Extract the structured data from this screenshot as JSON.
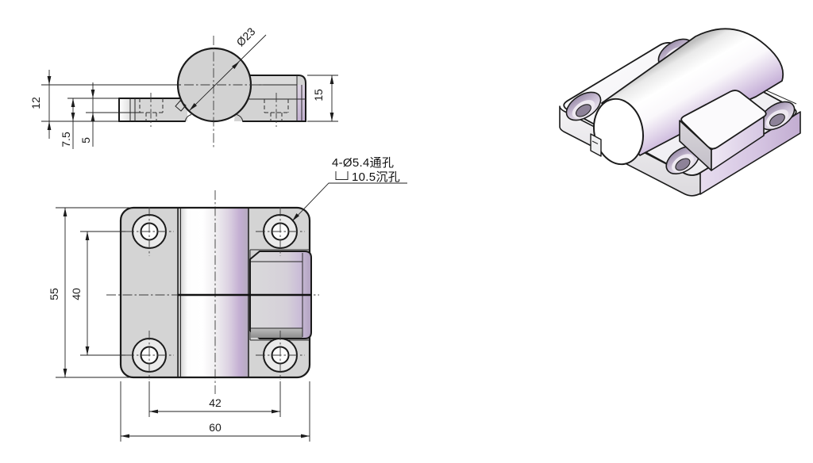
{
  "drawing": {
    "front": {
      "d_diameter": "Ø23",
      "d12": "12",
      "d75": "7.5",
      "d5": "5",
      "d15": "15"
    },
    "plan": {
      "d55": "55",
      "d40": "40",
      "d42": "42",
      "d60": "60"
    },
    "callout": {
      "line1": "4-Ø5.4通孔",
      "line2": "10.5沉孔"
    },
    "colors": {
      "line": "#1a1a1a",
      "plate_gray": "#d5d5d5",
      "lavender": "#c9b4d6",
      "background": "#ffffff"
    }
  }
}
